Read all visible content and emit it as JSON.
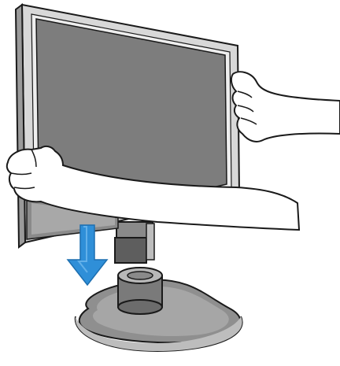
{
  "illustration": {
    "subject": "monitor-attach-to-stand",
    "icons": [
      "monitor-panel",
      "hand-right",
      "hand-left",
      "down-arrow-icon",
      "stand-neck",
      "stand-base"
    ],
    "colors": {
      "arrow": "#2f8fd8",
      "screen": "#7d7d7d",
      "bezel": "#d6d6d6",
      "stand": "#8c8c8c",
      "outline": "#1a1a1a"
    }
  }
}
